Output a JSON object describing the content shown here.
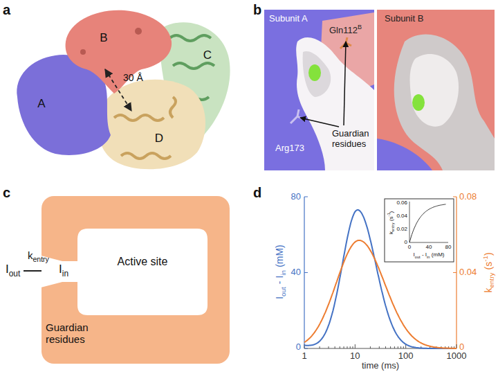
{
  "diagram": {
    "nodes": [
      {
        "text": [
          "Active site",
          "Guardian residues"
        ]
      }
    ],
    "labels": [
      "a",
      "A",
      "B",
      "C",
      "D",
      "30 Å",
      "b",
      "Subunit A",
      "Gln112",
      "B",
      "Arg173",
      "Guardian residues",
      "Subunit B",
      "c",
      "I",
      "out",
      "k",
      "entry",
      "I",
      "in",
      "d",
      "80",
      "40",
      "0",
      "0.08",
      "0.04",
      "0",
      "1",
      "10",
      "100",
      "1000",
      "I",
      "out",
      "- I",
      "in",
      "(mM)",
      "k",
      "entry",
      "(s",
      "-1",
      ")",
      "time (ms)",
      "0.06",
      "0.04",
      "0.02",
      "0",
      "0",
      "40",
      "80",
      "k",
      "entry",
      "(s",
      "-1",
      ")",
      "I",
      "out",
      "- I",
      "in",
      "(mM)"
    ]
  }
}
